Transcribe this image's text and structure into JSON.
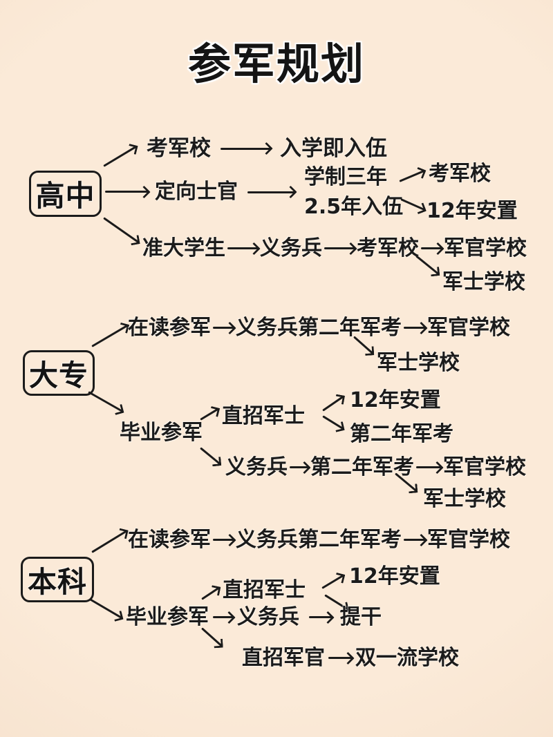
{
  "title": "参军规划",
  "colors": {
    "background": "#f9e7d3",
    "ink": "#1b1b1b"
  },
  "nodes": {
    "gaozhong": "高中",
    "dazhuan": "大专",
    "benke": "本科"
  },
  "gaozhong": {
    "p1_step1": "考军校",
    "p1_step2": "入学即入伍",
    "p2_step1": "定向士官",
    "p2_detail1": "学制三年",
    "p2_detail2": "2.5年入伍",
    "p2_out1": "考军校",
    "p2_out2": "12年安置",
    "p3_step1": "准大学生",
    "p3_step2": "义务兵",
    "p3_step3": "考军校",
    "p3_out1": "军官学校",
    "p3_out2": "军士学校"
  },
  "dazhuan": {
    "p1_step1": "在读参军",
    "p1_step2": "义务兵第二年军考",
    "p1_out1": "军官学校",
    "p1_out2": "军士学校",
    "p2_step1": "毕业参军",
    "p2a_step": "直招军士",
    "p2a_out1": "12年安置",
    "p2a_out2": "第二年军考",
    "p2b_step1": "义务兵",
    "p2b_step2": "第二年军考",
    "p2b_out1": "军官学校",
    "p2b_out2": "军士学校"
  },
  "benke": {
    "p1_step1": "在读参军",
    "p1_step2": "义务兵第二年军考",
    "p1_out1": "军官学校",
    "p2_step1": "毕业参军",
    "p2a_step": "直招军士",
    "p2a_out1": "12年安置",
    "p2b_step1": "义务兵",
    "p2b_out1": "提干",
    "p2c_step1": "直招军官",
    "p2c_out1": "双一流学校"
  }
}
